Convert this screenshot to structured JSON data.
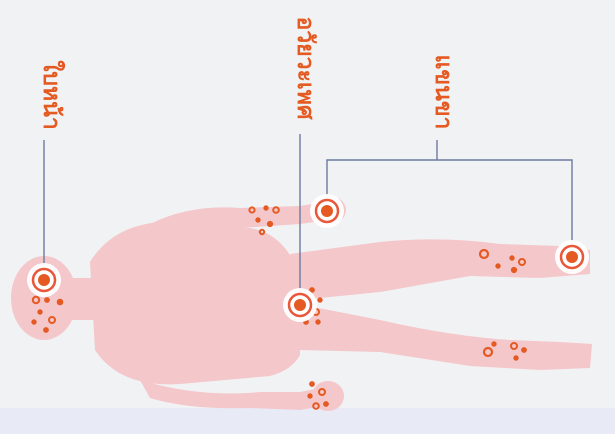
{
  "diagram": {
    "labels": {
      "face": "ใบหน้า",
      "genitals": "อวัยวะเพศ",
      "limbs": "แขนขา"
    },
    "colors": {
      "background": "#f1f2f4",
      "body": "#f4c7cb",
      "accent": "#e45a22",
      "marker_ring": "#e9573a",
      "leader_line": "#6c7a9e",
      "bottom_band": "#e8eaf6"
    },
    "markers": [
      "face",
      "genitals",
      "arm",
      "leg"
    ]
  }
}
